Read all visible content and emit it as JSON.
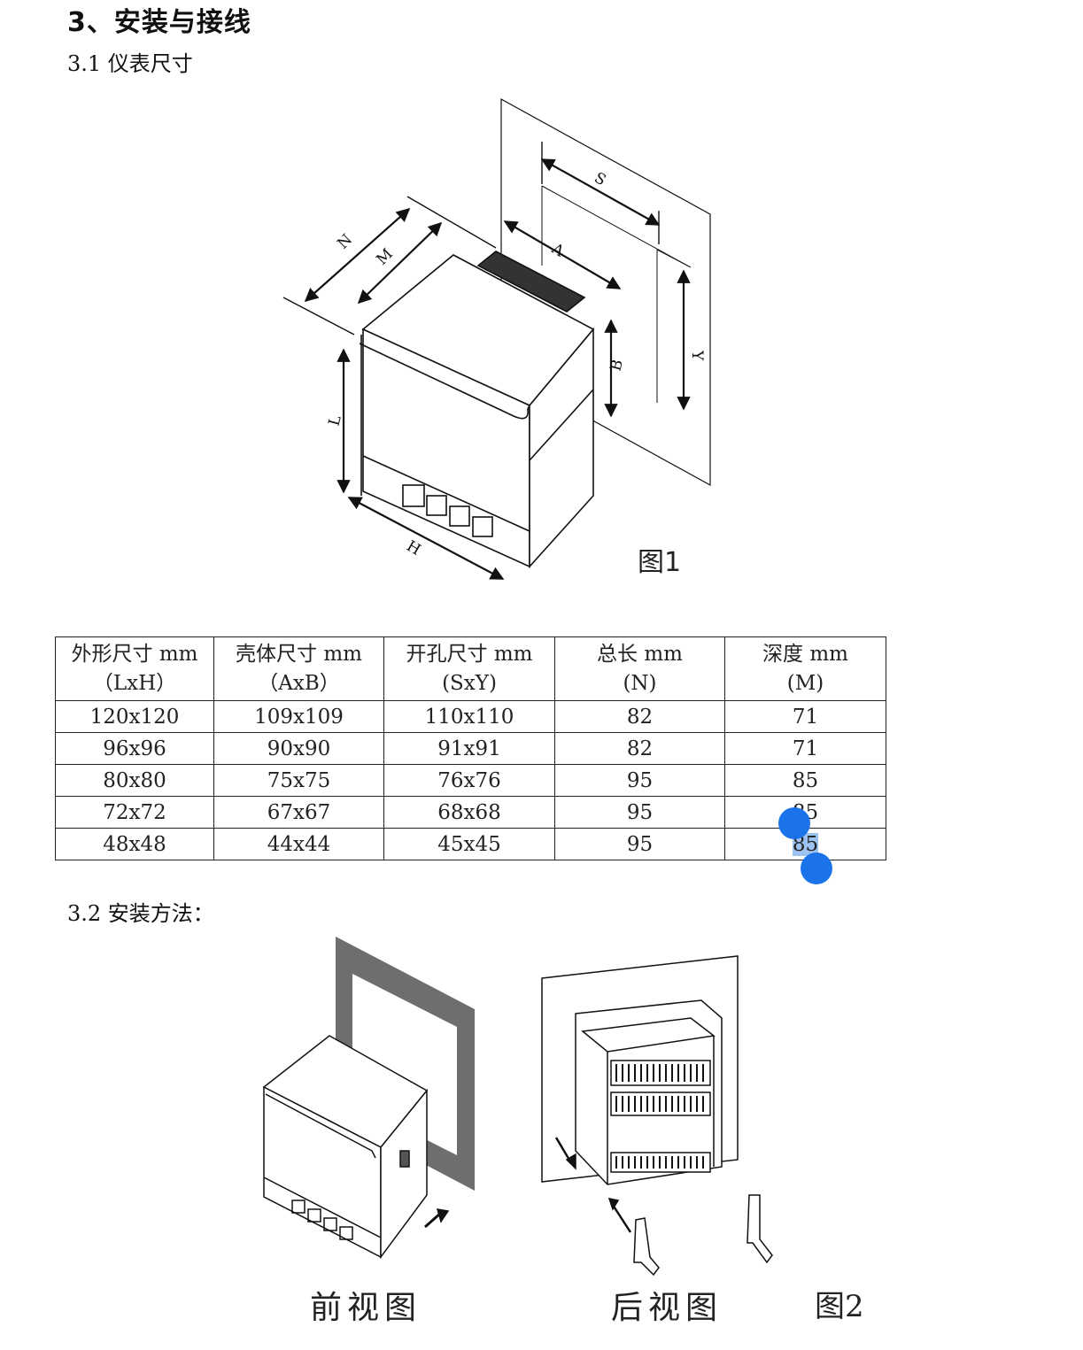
{
  "heading": "3、安装与接线",
  "section_31": "3.1 仪表尺寸",
  "fig1": {
    "caption": "图1",
    "labels": {
      "N": "N",
      "M": "M",
      "A": "A",
      "S": "S",
      "B": "B",
      "Y": "Y",
      "L": "L",
      "H": "H"
    }
  },
  "table": {
    "headers": [
      {
        "title": "外形尺寸 mm",
        "sub": "（LxH）"
      },
      {
        "title": "壳体尺寸 mm",
        "sub": "（AxB）"
      },
      {
        "title": "开孔尺寸 mm",
        "sub": "(SxY)"
      },
      {
        "title": "总长 mm",
        "sub": "(N)"
      },
      {
        "title": "深度 mm",
        "sub": "(M)"
      }
    ],
    "rows": [
      [
        "120x120",
        "109x109",
        "110x110",
        "82",
        "71"
      ],
      [
        "96x96",
        "90x90",
        "91x91",
        "82",
        "71"
      ],
      [
        "80x80",
        "75x75",
        "76x76",
        "95",
        "85"
      ],
      [
        "72x72",
        "67x67",
        "68x68",
        "95",
        "85"
      ],
      [
        "48x48",
        "44x44",
        "45x45",
        "95",
        "85"
      ]
    ]
  },
  "section_32": "3.2 安装方法：",
  "fig2": {
    "front_label": "前视图",
    "back_label": "后视图",
    "caption": "图2"
  },
  "selection_color": "#1a73e8"
}
